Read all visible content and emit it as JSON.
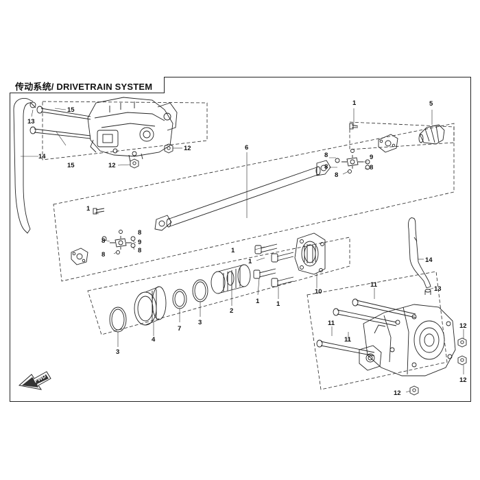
{
  "diagram": {
    "title": "传动系统/ DRIVETRAIN SYSTEM",
    "fwd_label": "FWD",
    "callouts": {
      "c15a": "15",
      "c15b": "15",
      "c13a": "13",
      "c14a": "14",
      "c12a": "12",
      "c12b": "12",
      "c1a": "1",
      "c5": "5",
      "c6": "6",
      "c8a": "8",
      "c8b": "8",
      "c9a": "9",
      "c8c": "8",
      "c8d": "8",
      "c1b": "1",
      "c8e": "8",
      "c8f": "8",
      "c9b": "9",
      "c8g": "8",
      "c8h": "8",
      "c1c": "1",
      "c1d": "1",
      "c10": "10",
      "c1e": "1",
      "c1f": "1",
      "c2": "2",
      "c3a": "3",
      "c7": "7",
      "c4": "4",
      "c3b": "3",
      "c14b": "14",
      "c13b": "13",
      "c11a": "11",
      "c11b": "11",
      "c11c": "11",
      "c12c": "12",
      "c12d": "12",
      "c12e": "12"
    }
  }
}
